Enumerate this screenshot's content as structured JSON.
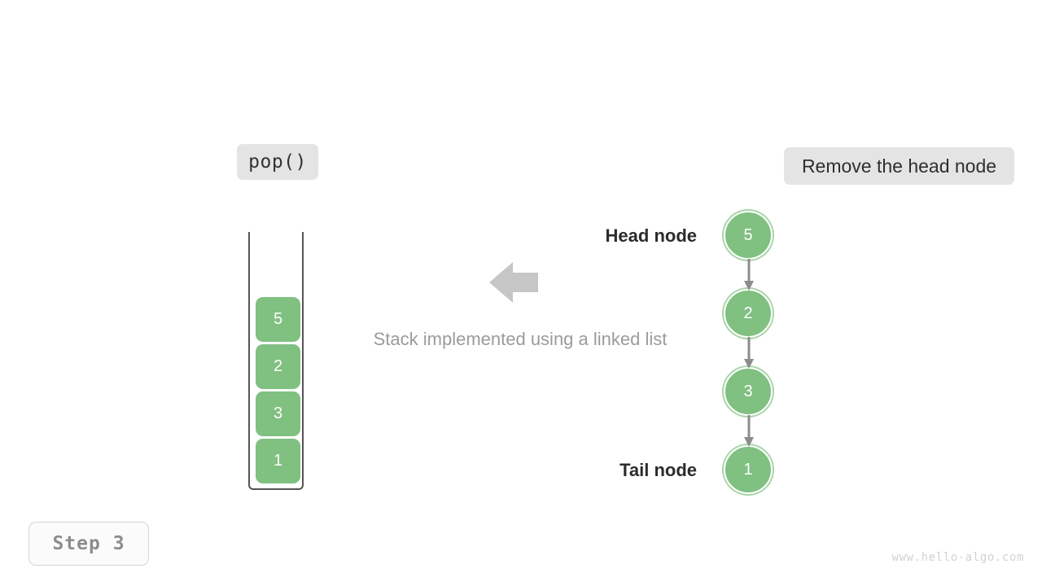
{
  "operation_badge": {
    "label": "pop()"
  },
  "action_badge": {
    "label": "Remove the head node"
  },
  "step_badge": {
    "label": "Step 3"
  },
  "caption": {
    "text": "Stack implemented using a linked list"
  },
  "watermark": {
    "text": "www.hello-algo.com"
  },
  "colors": {
    "node_fill": "#80c081",
    "node_ring": "#a9d5a9",
    "badge_bg": "#e4e4e4",
    "arrow_gray": "#c6c6c6",
    "link_gray": "#8c8c8c",
    "caption_gray": "#9b9b9b",
    "step_gray": "#8d8d8d",
    "container_stroke": "#555555"
  },
  "stack": {
    "items": [
      {
        "value": "5"
      },
      {
        "value": "2"
      },
      {
        "value": "3"
      },
      {
        "value": "1"
      }
    ]
  },
  "linked_list": {
    "head_label": "Head node",
    "tail_label": "Tail node",
    "nodes": [
      {
        "value": "5"
      },
      {
        "value": "2"
      },
      {
        "value": "3"
      },
      {
        "value": "1"
      }
    ]
  },
  "flow_arrow": {
    "direction": "left"
  }
}
